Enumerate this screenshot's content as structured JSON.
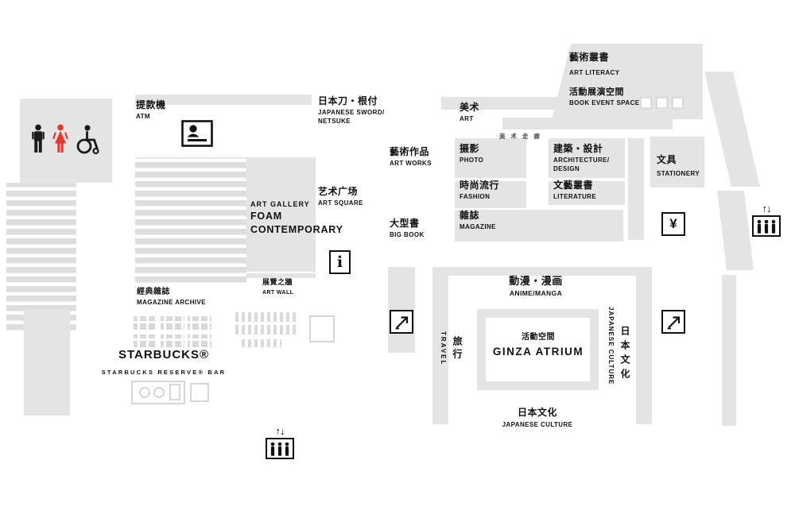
{
  "sections": {
    "atm": {
      "zh": "提款機",
      "en": "ATM"
    },
    "japanese_sword": {
      "zh": "日本刀・根付",
      "en": "JAPANESE SWORD/\nNETSUKE"
    },
    "art_literacy": {
      "zh": "藝術叢書",
      "en": "ART LITERACY"
    },
    "book_event_space": {
      "zh": "活動展演空間",
      "en": "BOOK EVENT SPACE"
    },
    "art": {
      "zh": "美术",
      "en": "ART"
    },
    "art_corridor": {
      "zh": "美术走廊"
    },
    "art_works": {
      "zh": "藝術作品",
      "en": "ART WORKS"
    },
    "photo": {
      "zh": "摄影",
      "en": "PHOTO"
    },
    "architecture": {
      "zh": "建築・設計",
      "en": "ARCHITECTURE/\nDESIGN"
    },
    "stationery": {
      "zh": "文具",
      "en": "STATIONERY"
    },
    "fashion": {
      "zh": "時尚流行",
      "en": "FASHION"
    },
    "literature": {
      "zh": "文藝叢書",
      "en": "LITERATURE"
    },
    "art_square": {
      "zh": "艺术广场",
      "en": "ART SQUARE"
    },
    "foam_gallery": {
      "line1": "ART GALLERY",
      "line2": "FOAM",
      "line3": "CONTEMPORARY"
    },
    "big_book": {
      "zh": "大型書",
      "en": "BIG BOOK"
    },
    "magazine": {
      "zh": "雜誌",
      "en": "MAGAZINE"
    },
    "art_wall": {
      "zh": "展覽之牆",
      "en": "ART WALL"
    },
    "magazine_archive": {
      "zh": "經典雜誌",
      "en": "MAGAZINE ARCHIVE"
    },
    "starbucks": {
      "name": "STARBUCKS®",
      "sub": "STARBUCKS RESERVE® BAR"
    },
    "anime_manga": {
      "zh": "動漫・漫画",
      "en": "ANIME/MANGA"
    },
    "travel": {
      "zh": "旅行",
      "en": "TRAVEL"
    },
    "ginza_atrium": {
      "zh": "活動空間",
      "en": "GINZA ATRIUM"
    },
    "japanese_culture_side": {
      "zh": "日本文化",
      "en": "JAPANESE CULTURE"
    },
    "japanese_culture_bottom": {
      "zh": "日本文化",
      "en": "JAPANESE CULTURE"
    }
  },
  "icons": {
    "info": "i",
    "currency_exchange": "¥",
    "elevator_arrows": "↑↓",
    "restroom": "men-women-wheelchair",
    "escalator": "diagonal-up-arrow",
    "photo_booth": "person-silhouette"
  },
  "colors": {
    "area_gray": "#e4e4e4",
    "shelf_gray": "#dedede",
    "accent_red": "#e8352e",
    "text_black": "#111111"
  }
}
